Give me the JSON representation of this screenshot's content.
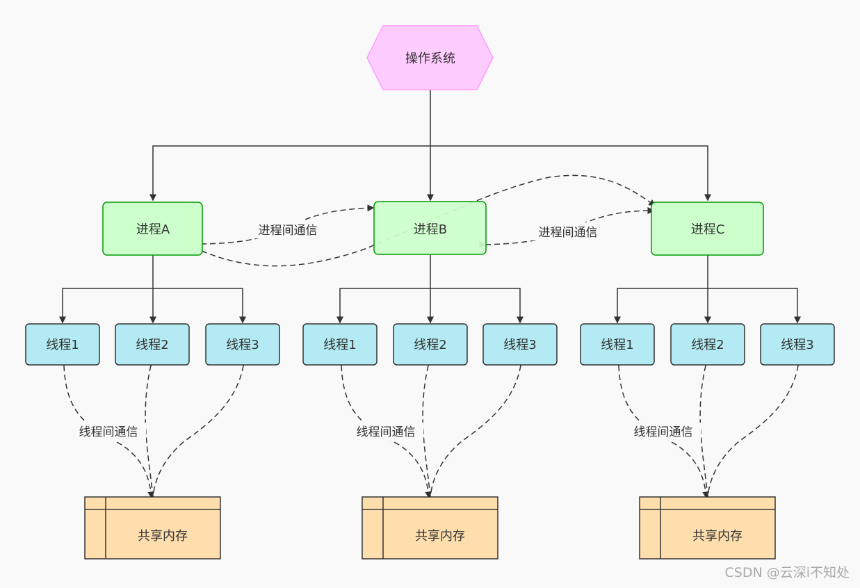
{
  "os": {
    "label": "操作系统"
  },
  "processes": [
    {
      "label": "进程A"
    },
    {
      "label": "进程B"
    },
    {
      "label": "进程C"
    }
  ],
  "threads": [
    [
      "线程1",
      "线程2",
      "线程3"
    ],
    [
      "线程1",
      "线程2",
      "线程3"
    ],
    [
      "线程1",
      "线程2",
      "线程3"
    ]
  ],
  "shared_memory": [
    {
      "label": "共享内存"
    },
    {
      "label": "共享内存"
    },
    {
      "label": "共享内存"
    }
  ],
  "edge_labels": {
    "ipc_left": "进程间通信",
    "ipc_right": "进程间通信",
    "thread_comm": [
      "线程间通信",
      "线程间通信",
      "线程间通信"
    ]
  },
  "watermark": "CSDN @云深i不知处",
  "colors": {
    "os_fill": "#ffccff",
    "os_stroke": "#ff99ff",
    "process_fill": "#ccffcc",
    "process_stroke": "#009900",
    "thread_fill": "#b3eaf3",
    "thread_stroke": "#333333",
    "memory_fill": "#ffdead",
    "memory_stroke": "#333333"
  }
}
